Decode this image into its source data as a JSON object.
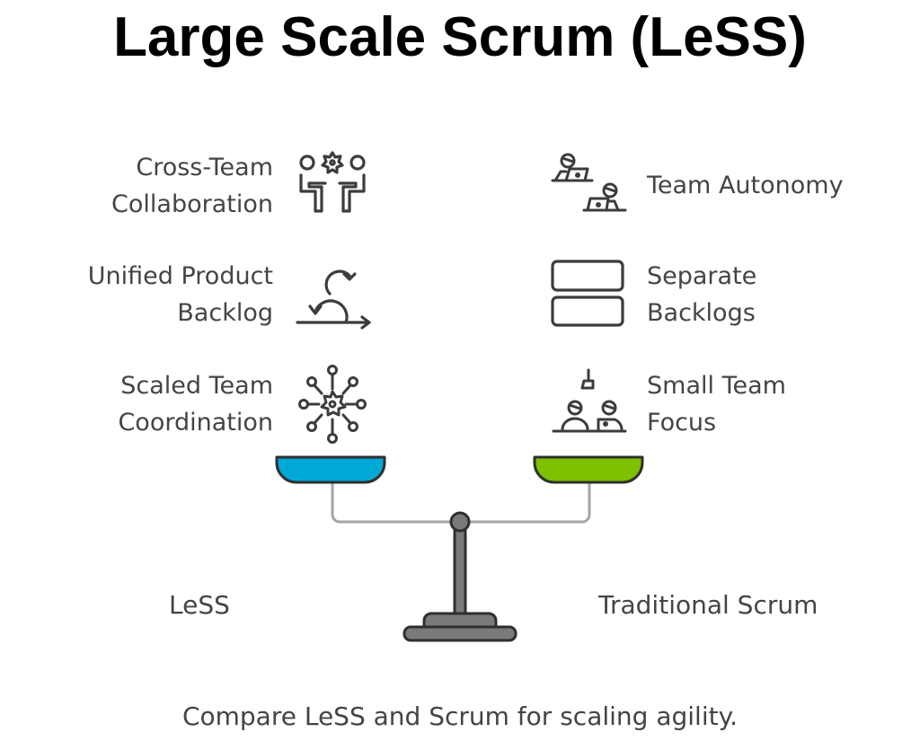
{
  "title": "Large Scale Scrum (LeSS)",
  "left_side": {
    "label": "LeSS",
    "color": "#00a8d6",
    "items": [
      {
        "line1": "Cross-Team",
        "line2": "Collaboration",
        "icon": "collaboration-icon"
      },
      {
        "line1": "Unified Product",
        "line2": "Backlog",
        "icon": "loop-arrow-icon"
      },
      {
        "line1": "Scaled Team",
        "line2": "Coordination",
        "icon": "network-gear-icon"
      }
    ]
  },
  "right_side": {
    "label": "Traditional Scrum",
    "color": "#7dc100",
    "items": [
      {
        "line1": "Team Autonomy",
        "line2": "",
        "icon": "laptop-workers-icon"
      },
      {
        "line1": "Separate",
        "line2": "Backlogs",
        "icon": "stacked-boxes-icon"
      },
      {
        "line1": "Small Team",
        "line2": "Focus",
        "icon": "small-team-icon"
      }
    ]
  },
  "caption": "Compare LeSS and Scrum for scaling agility."
}
